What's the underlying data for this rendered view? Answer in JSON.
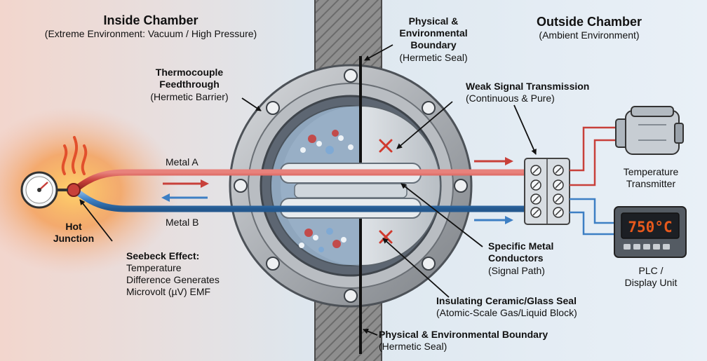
{
  "inside": {
    "title": "Inside Chamber",
    "subtitle": "(Extreme Environment: Vacuum / High Pressure)"
  },
  "outside": {
    "title": "Outside Chamber",
    "subtitle": "(Ambient Environment)"
  },
  "boundary_top": {
    "title_line1": "Physical &",
    "title_line2": "Environmental",
    "title_line3": "Boundary",
    "subtitle": "(Hermetic Seal)"
  },
  "boundary_bottom": {
    "title": "Physical & Environmental Boundary",
    "subtitle": "(Hermetic Seal)"
  },
  "feedthrough": {
    "title_line1": "Thermocouple",
    "title_line2": "Feedthrough",
    "subtitle": "(Hermetic Barrier)"
  },
  "weak_signal": {
    "title": "Weak Signal Transmission",
    "subtitle": "(Continuous & Pure)"
  },
  "wires": {
    "metal_a": "Metal A",
    "metal_b": "Metal B"
  },
  "hot_junction": {
    "line1": "Hot",
    "line2": "Junction"
  },
  "seebeck": {
    "title": "Seebeck Effect:",
    "line1": "Temperature",
    "line2": "Difference Generates",
    "line3": "Microvolt (µV) EMF"
  },
  "conductors": {
    "title_line1": "Specific Metal",
    "title_line2": "Conductors",
    "subtitle": "(Signal Path)"
  },
  "seal": {
    "title": "Insulating Ceramic/Glass Seal",
    "subtitle": "(Atomic-Scale Gas/Liquid Block)"
  },
  "transmitter": {
    "line1": "Temperature",
    "line2": "Transmitter"
  },
  "plc": {
    "line1": "PLC /",
    "line2": "Display Unit",
    "display_value": "750°C"
  },
  "colors": {
    "metal_a": "#c8403a",
    "metal_b": "#3d7fc4",
    "display": "#e8591c",
    "inside_bg": "#f3d9d2",
    "outside_bg": "#e6eef6"
  }
}
